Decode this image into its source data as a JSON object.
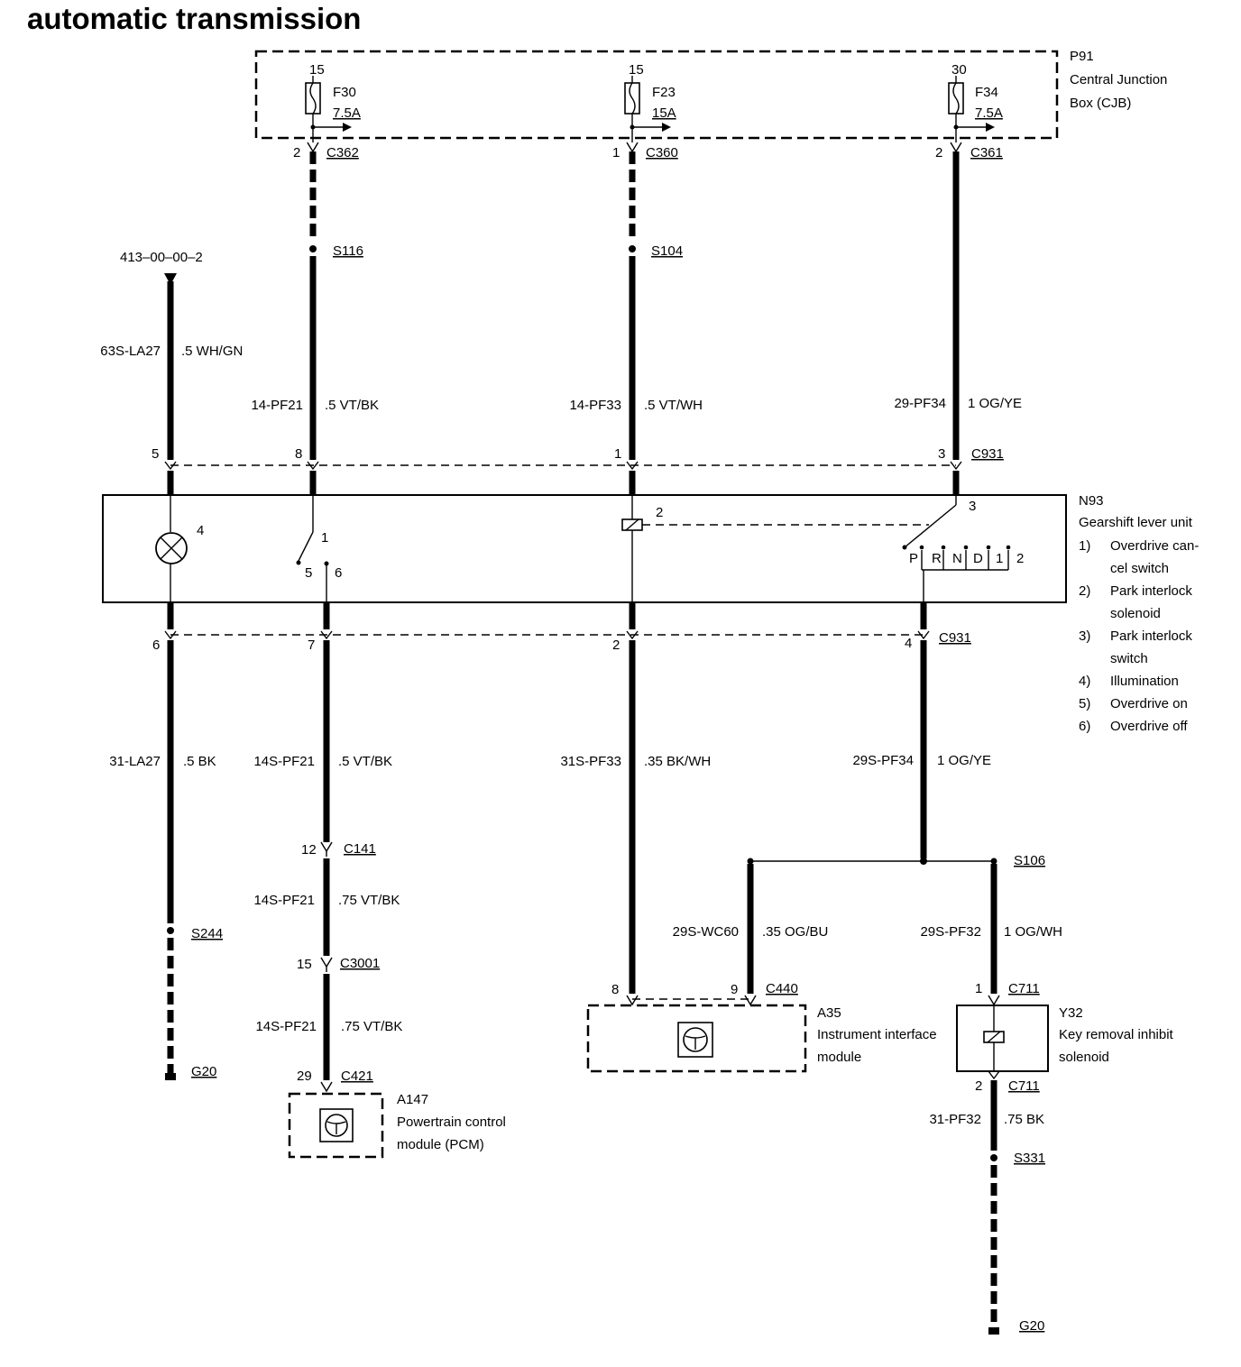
{
  "title": "automatic transmission",
  "cjb": {
    "id": "P91",
    "name_line1": "Central Junction",
    "name_line2": "Box (CJB)",
    "fuses": [
      {
        "feed": "15",
        "name": "F30",
        "rating": "7.5A",
        "pin": "2",
        "connector": "C362"
      },
      {
        "feed": "15",
        "name": "F23",
        "rating": "15A",
        "pin": "1",
        "connector": "C360"
      },
      {
        "feed": "30",
        "name": "F34",
        "rating": "7.5A",
        "pin": "2",
        "connector": "C361"
      }
    ]
  },
  "refs": {
    "page_ref": "413–00–00–2"
  },
  "splices": {
    "s116": "S116",
    "s104": "S104",
    "s106": "S106",
    "s244": "S244",
    "s331": "S331"
  },
  "wires": {
    "w1_code": "63S-LA27",
    "w1_spec": ".5 WH/GN",
    "w2_code": "14-PF21",
    "w2_spec": ".5 VT/BK",
    "w3_code": "14-PF33",
    "w3_spec": ".5 VT/WH",
    "w4_code": "29-PF34",
    "w4_spec": "1 OG/YE",
    "w5_code": "31-LA27",
    "w5_spec": ".5 BK",
    "w6_code": "14S-PF21",
    "w6_spec": ".5 VT/BK",
    "w7_code": "31S-PF33",
    "w7_spec": ".35 BK/WH",
    "w8_code": "29S-PF34",
    "w8_spec": "1 OG/YE",
    "w9_code": "14S-PF21",
    "w9_spec": ".75 VT/BK",
    "w10_code": "14S-PF21",
    "w10_spec": ".75 VT/BK",
    "w11_code": "29S-WC60",
    "w11_spec": ".35 OG/BU",
    "w12_code": "29S-PF32",
    "w12_spec": "1 OG/WH",
    "w13_code": "31-PF32",
    "w13_spec": ".75 BK"
  },
  "c931": {
    "label": "C931",
    "top_pins": [
      "5",
      "8",
      "1",
      "3"
    ],
    "bottom_pins": [
      "6",
      "7",
      "2",
      "4"
    ]
  },
  "gearshift": {
    "id": "N93",
    "name": "Gearshift lever unit",
    "internal": {
      "lamp": "4",
      "sw_common": "1",
      "sw_a": "5",
      "sw_b": "6",
      "solenoid": "2",
      "park_switch": "3"
    },
    "positions": [
      "P",
      "R",
      "N",
      "D",
      "1",
      "2"
    ],
    "legend": [
      {
        "num": "1)",
        "line1": "Overdrive can-",
        "line2": "cel switch"
      },
      {
        "num": "2)",
        "line1": "Park interlock",
        "line2": "solenoid"
      },
      {
        "num": "3)",
        "line1": "Park interlock",
        "line2": "switch"
      },
      {
        "num": "4)",
        "line1": "Illumination",
        "line2": ""
      },
      {
        "num": "5)",
        "line1": "Overdrive on",
        "line2": ""
      },
      {
        "num": "6)",
        "line1": "Overdrive off",
        "line2": ""
      }
    ]
  },
  "connectors": {
    "c141_pin": "12",
    "c141": "C141",
    "c3001_pin": "15",
    "c3001": "C3001",
    "c421_pin": "29",
    "c421": "C421",
    "c440_pin_a": "8",
    "c440_pin_b": "9",
    "c440": "C440",
    "c711_pin_top": "1",
    "c711_top": "C711",
    "c711_pin_bot": "2",
    "c711_bot": "C711"
  },
  "grounds": {
    "left": "G20",
    "right": "G20"
  },
  "modules": {
    "pcm": {
      "id": "A147",
      "line1": "Powertrain control",
      "line2": "module (PCM)"
    },
    "iim": {
      "id": "A35",
      "line1": "Instrument interface",
      "line2": "module"
    },
    "krs": {
      "id": "Y32",
      "line1": "Key removal inhibit",
      "line2": "solenoid"
    }
  }
}
